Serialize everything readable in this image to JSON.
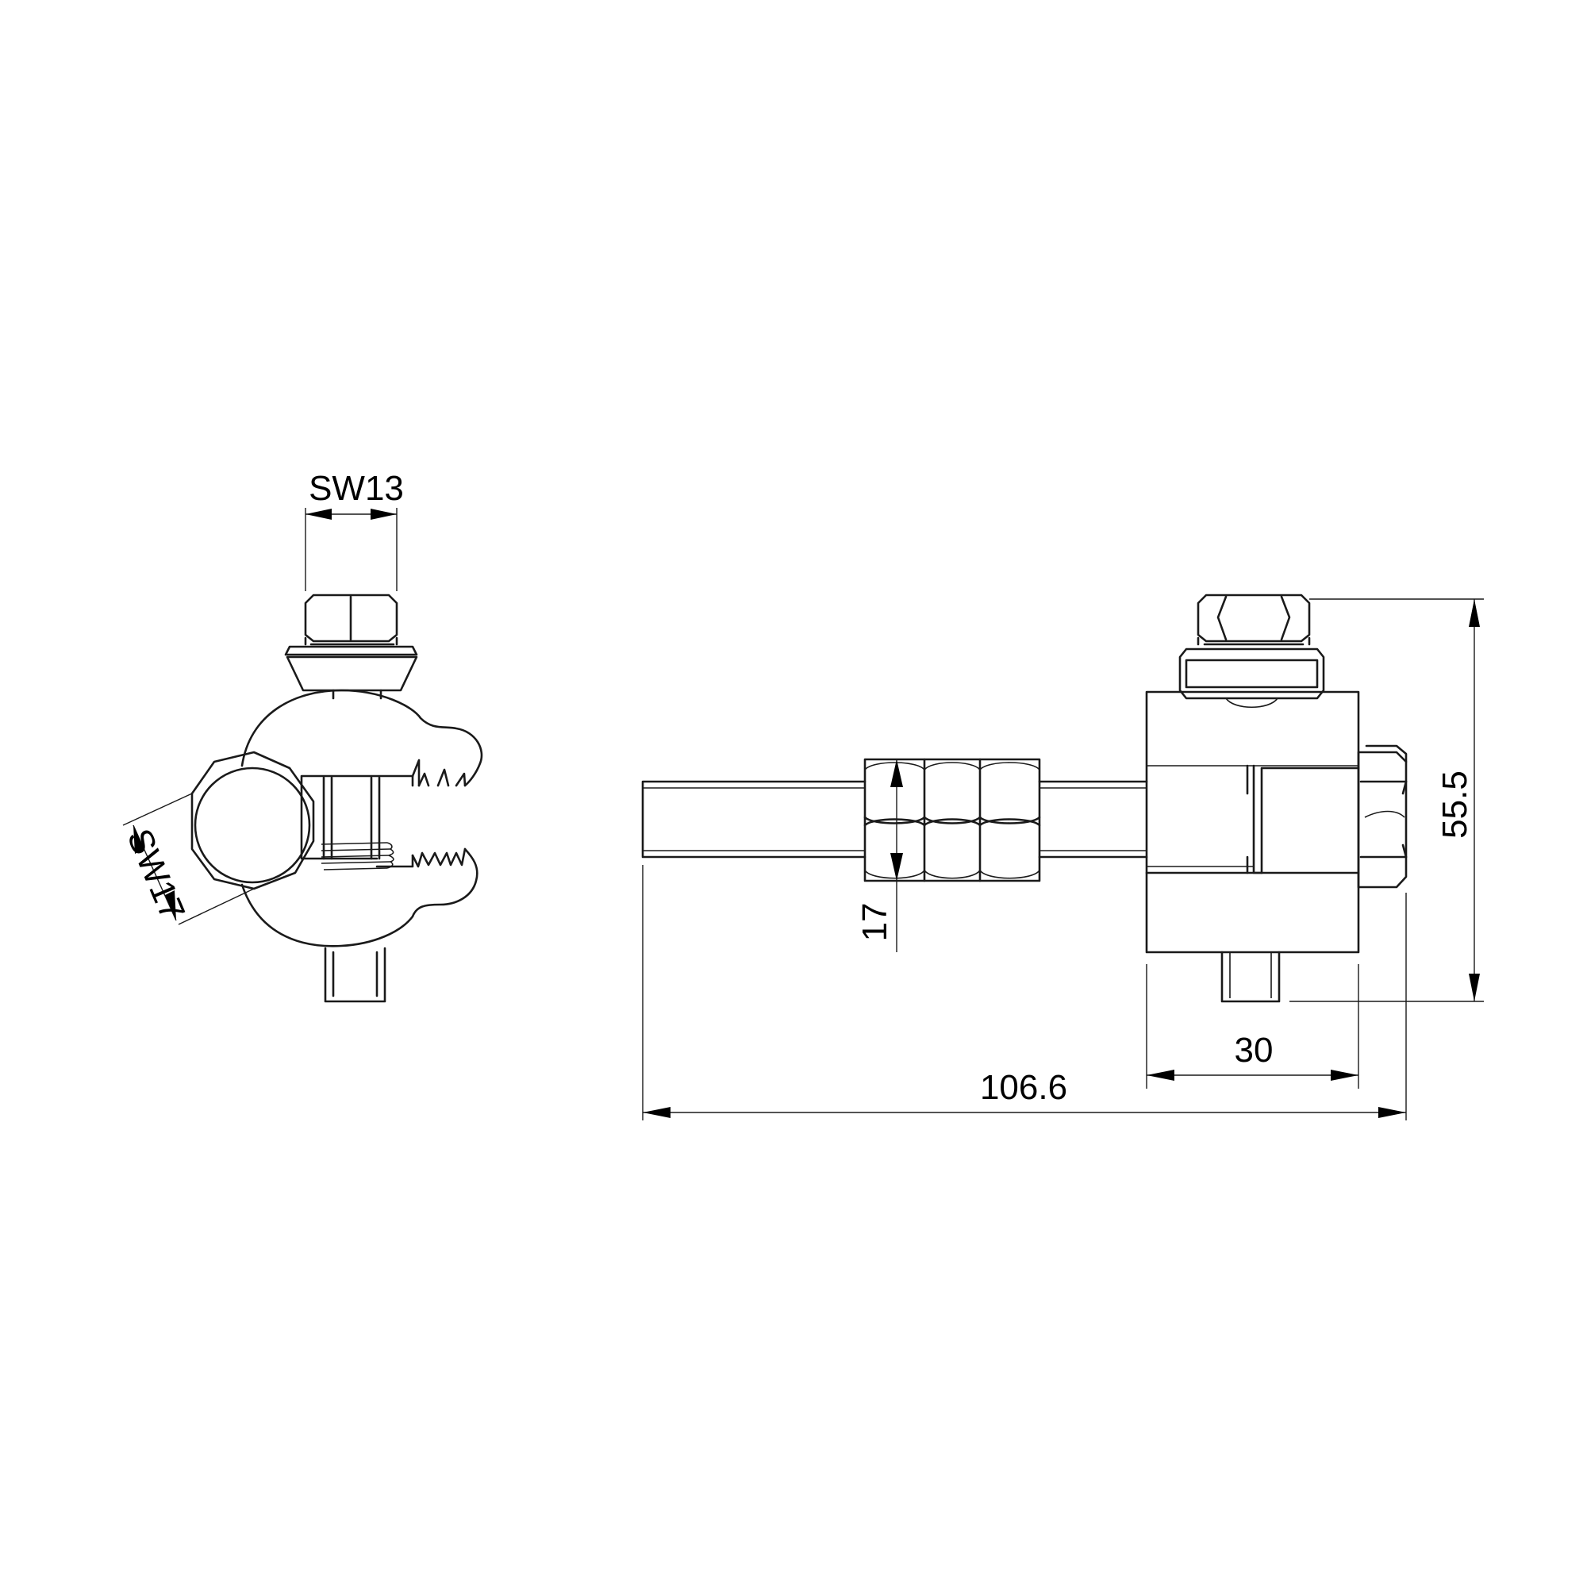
{
  "drawing": {
    "line_color": "#1a1a1a",
    "background": "#ffffff"
  },
  "dimensions": {
    "sw13": "SW13",
    "sw17": "SW17",
    "d17": "17",
    "d55_5": "55.5",
    "d30": "30",
    "d106_6": "106.6"
  }
}
